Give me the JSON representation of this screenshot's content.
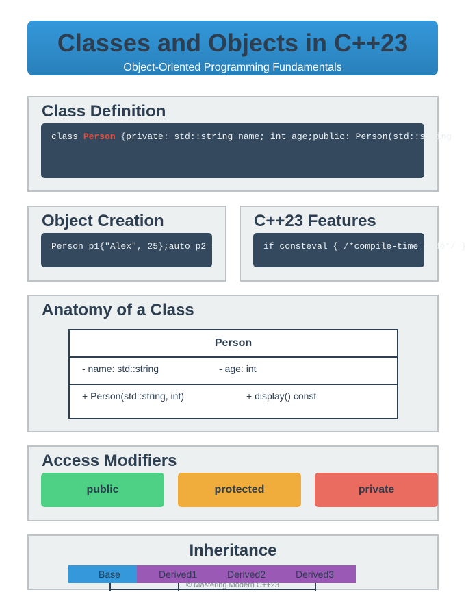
{
  "header": {
    "title": "Classes and Objects in C++23",
    "subtitle": "Object-Oriented Programming Fundamentals"
  },
  "class_definition": {
    "title": "Class Definition",
    "code_prefix": "class ",
    "code_keyword": "Person",
    "code_rest": " {private: std::string name; int age;public: Person(std::string"
  },
  "object_creation": {
    "title": "Object Creation",
    "code": "Person p1{\"Alex\", 25};auto p2 = "
  },
  "cpp23_features": {
    "title": "C++23 Features",
    "code": "if consteval { /*compile-time code*/ }"
  },
  "anatomy": {
    "title": "Anatomy of a Class",
    "class_name": "Person",
    "attributes": [
      "- name: std::string",
      "- age: int"
    ],
    "methods": [
      "+ Person(std::string, int)",
      "+ display() const"
    ]
  },
  "access_modifiers": {
    "title": "Access Modifiers",
    "items": [
      {
        "label": "public",
        "color": "#4fd185"
      },
      {
        "label": "protected",
        "color": "#f1ad3b"
      },
      {
        "label": "private",
        "color": "#ea6b5f"
      }
    ]
  },
  "inheritance": {
    "title": "Inheritance",
    "base": {
      "label": "Base",
      "color": "#3498db"
    },
    "derived": [
      {
        "label": "Derived1"
      },
      {
        "label": "Derived2"
      },
      {
        "label": "Derived3"
      }
    ],
    "derived_color": "#9b59b6"
  },
  "footer": "© Mastering Modern C++23"
}
